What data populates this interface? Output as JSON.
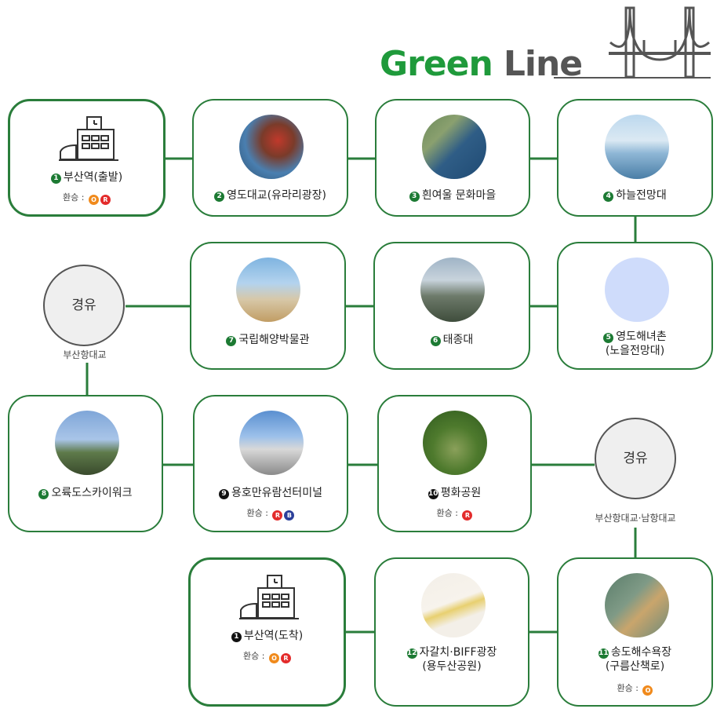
{
  "header": {
    "title_green": "Green",
    "title_line": "Line"
  },
  "colors": {
    "line": "#2a7d3b",
    "accent": "#1f9a3b",
    "orange": "#f08a1c",
    "red": "#e32b2b",
    "blue": "#2b3f9a"
  },
  "transfer_label": "환승 :",
  "badges": {
    "o": "O",
    "r": "R",
    "b": "B"
  },
  "stops": {
    "s1_start": {
      "num": "1",
      "name": "부산역(출발)"
    },
    "s2": {
      "num": "2",
      "name": "영도대교(유라리광장)"
    },
    "s3": {
      "num": "3",
      "name": "흰여울 문화마을"
    },
    "s4": {
      "num": "4",
      "name": "하늘전망대"
    },
    "s5": {
      "num": "5",
      "name1": "영도해녀촌",
      "name2": "(노을전망대)"
    },
    "s6": {
      "num": "6",
      "name": "태종대"
    },
    "s7": {
      "num": "7",
      "name": "국립해양박물관"
    },
    "s8": {
      "num": "8",
      "name": "오륙도스카이워크"
    },
    "s9": {
      "num": "9",
      "name": "용호만유람선터미널"
    },
    "s10": {
      "num": "10",
      "name": "평화공원"
    },
    "s11": {
      "num": "11",
      "name1": "송도해수욕장",
      "name2": "(구름산책로)"
    },
    "s12": {
      "num": "12",
      "name1": "자갈치·BIFF광장",
      "name2": "(용두산공원)"
    },
    "s1_end": {
      "num": "1",
      "name": "부산역(도착)"
    }
  },
  "via1": {
    "label": "경유",
    "caption": "부산항대교"
  },
  "via2": {
    "label": "경유",
    "caption": "부산항대교·남항대교"
  }
}
